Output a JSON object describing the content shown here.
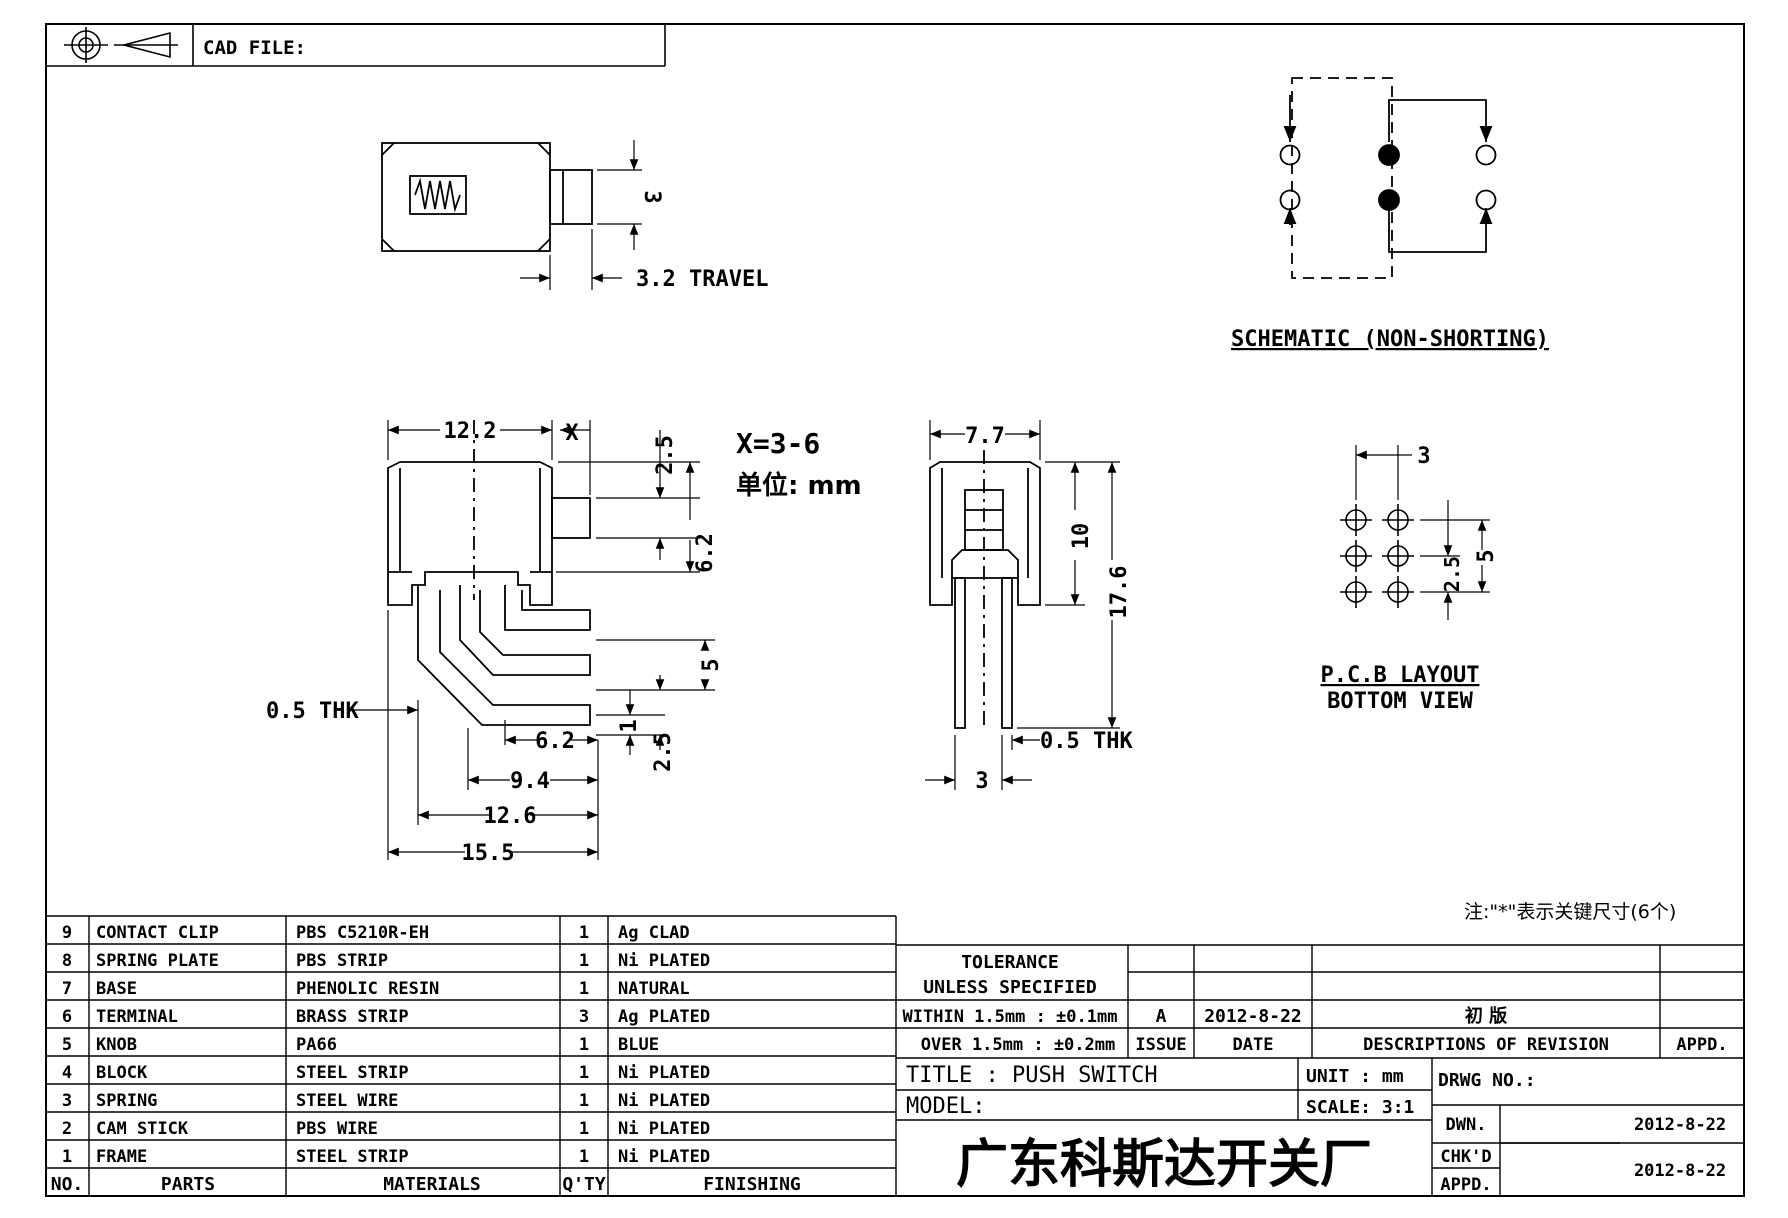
{
  "header": {
    "cad_file_label": "CAD FILE:",
    "projection_symbol": "third-angle-projection-icon"
  },
  "views": {
    "side": {
      "dim_height": "3",
      "dim_travel": "3.2 TRAVEL"
    },
    "front": {
      "dim_width": "12.2",
      "dim_x": "X",
      "dim_top": "2.5",
      "dim_knob": "6.2",
      "dim_pin_pitch": "5",
      "dim_pin_bottom": "2.5",
      "dim_pin_small": "1",
      "dim_thk": "0.5 THK",
      "dim_62": "6.2",
      "dim_94": "9.4",
      "dim_126": "12.6",
      "dim_155": "15.5"
    },
    "note": {
      "x_range": "X=3-6",
      "unit": "单位: mm"
    },
    "end": {
      "dim_width": "7.7",
      "dim_10": "10",
      "dim_176": "17.6",
      "dim_thk": "0.5 THK",
      "dim_3": "3"
    },
    "schematic": {
      "label": "SCHEMATIC (NON-SHORTING)"
    },
    "pcb": {
      "dim_3": "3",
      "dim_25": "2.5",
      "dim_5": "5",
      "label_1": "P.C.B LAYOUT",
      "label_2": "BOTTOM VIEW"
    },
    "footnote": "注:\"*\"表示关键尺寸(6个)"
  },
  "bom": {
    "headers": {
      "no": "NO.",
      "parts": "PARTS",
      "materials": "MATERIALS",
      "qty": "Q'TY",
      "finishing": "FINISHING"
    },
    "rows": [
      {
        "no": "9",
        "part": "CONTACT CLIP",
        "material": "PBS C5210R-EH",
        "qty": "1",
        "finish": "Ag CLAD"
      },
      {
        "no": "8",
        "part": "SPRING PLATE",
        "material": "PBS STRIP",
        "qty": "1",
        "finish": "Ni PLATED"
      },
      {
        "no": "7",
        "part": "BASE",
        "material": "PHENOLIC RESIN",
        "qty": "1",
        "finish": "NATURAL"
      },
      {
        "no": "6",
        "part": "TERMINAL",
        "material": "BRASS STRIP",
        "qty": "3",
        "finish": "Ag PLATED"
      },
      {
        "no": "5",
        "part": "KNOB",
        "material": "PA66",
        "qty": "1",
        "finish": "BLUE"
      },
      {
        "no": "4",
        "part": "BLOCK",
        "material": "STEEL STRIP",
        "qty": "1",
        "finish": "Ni PLATED"
      },
      {
        "no": "3",
        "part": "SPRING",
        "material": "STEEL WIRE",
        "qty": "1",
        "finish": "Ni PLATED"
      },
      {
        "no": "2",
        "part": "CAM STICK",
        "material": "PBS WIRE",
        "qty": "1",
        "finish": "Ni PLATED"
      },
      {
        "no": "1",
        "part": "FRAME",
        "material": "STEEL STRIP",
        "qty": "1",
        "finish": "Ni PLATED"
      }
    ]
  },
  "title_block": {
    "tolerance_1": "TOLERANCE",
    "tolerance_2": "UNLESS SPECIFIED",
    "within": "WITHIN 1.5mm : ±0.1mm",
    "over": "OVER 1.5mm : ±0.2mm",
    "rev_issue": "A",
    "rev_date": "2012-8-22",
    "rev_desc": "初 版",
    "issue_h": "ISSUE",
    "date_h": "DATE",
    "desc_h": "DESCRIPTIONS OF REVISION",
    "appd_h": "APPD.",
    "title": "TITLE : PUSH SWITCH",
    "unit": "UNIT : mm",
    "drwg_no": "DRWG NO.:",
    "model": "MODEL:",
    "scale": "SCALE: 3:1",
    "company": "广东科斯达开关厂",
    "dwn": "DWN.",
    "dwn_date": "2012-8-22",
    "chkd": "CHK'D",
    "appd": "APPD.",
    "chk_date": "2012-8-22"
  }
}
